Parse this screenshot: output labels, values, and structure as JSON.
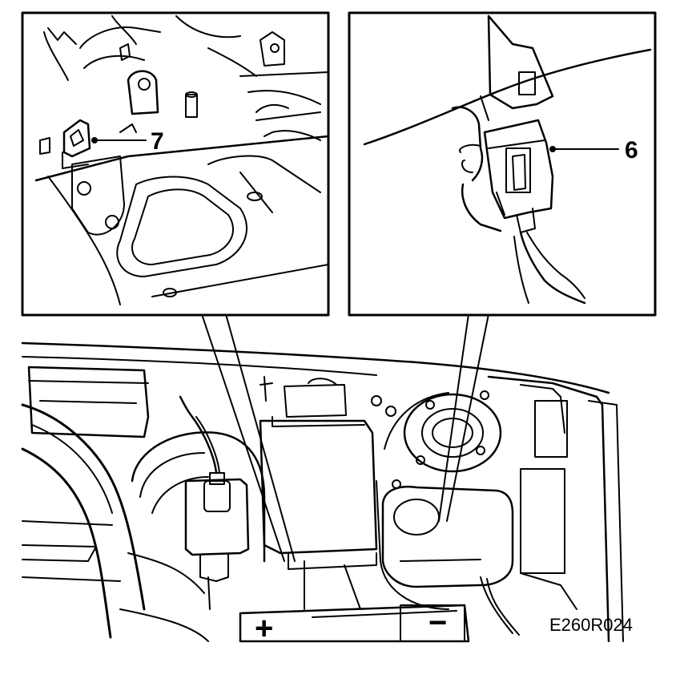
{
  "figure": {
    "code": "E260R024",
    "callouts": [
      {
        "id": "connector",
        "label": "6"
      },
      {
        "id": "clip",
        "label": "7"
      }
    ],
    "battery": {
      "positive_symbol": "+",
      "negative_symbol": "−"
    }
  }
}
